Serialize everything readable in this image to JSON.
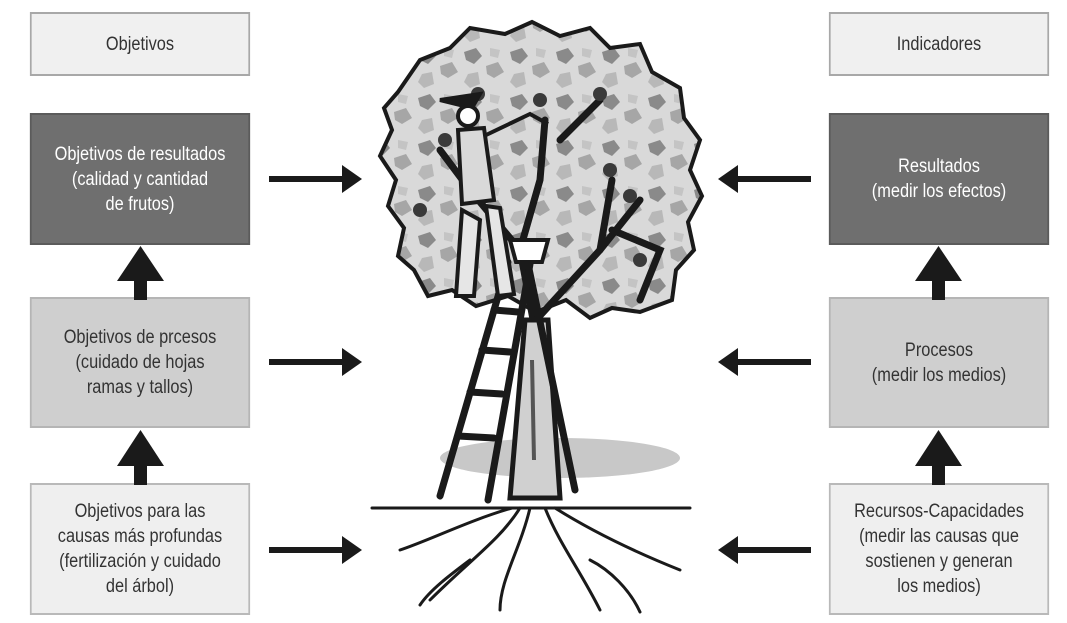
{
  "left": {
    "header": "Objetivos",
    "results": "Objetivos de resultados\n(calidad y cantidad\nde frutos)",
    "processes": "Objetivos de prcesos\n(cuidado de hojas\nramas y tallos)",
    "roots": "Objetivos para las\ncausas más profundas\n(fertilización y cuidado\ndel árbol)"
  },
  "right": {
    "header": "Indicadores",
    "results": "Resultados\n(medir los efectos)",
    "processes": "Procesos\n(medir los medios)",
    "roots": "Recursos-Capacidades\n(medir las causas que\nsostienen y generan\nlos medios)"
  },
  "colors": {
    "dark_box": "#6f6f6f",
    "mid_box": "#cfcfcf",
    "light_box": "#efefef",
    "arrow": "#1a1a1a"
  },
  "illustration": "tree-with-farmer-picking-fruit-on-ladder"
}
